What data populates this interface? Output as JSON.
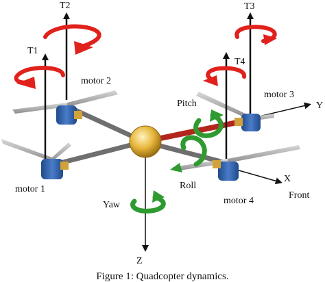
{
  "labels": {
    "t1": "T1",
    "t2": "T2",
    "t3": "T3",
    "t4": "T4",
    "motor1": "motor 1",
    "motor2": "motor 2",
    "motor3": "motor 3",
    "motor4": "motor 4",
    "pitch": "Pitch",
    "roll": "Roll",
    "yaw": "Yaw",
    "axis_x": "X",
    "axis_y": "Y",
    "axis_z": "Z",
    "front": "Front"
  },
  "caption": "Figure 1: Quadcopter dynamics.",
  "colors": {
    "rotation_red": "#e0211c",
    "rotation_green": "#2f9a2f",
    "motor_blue": "#2f5fa8",
    "frame_gray": "#6f6f6f",
    "front_arm_red": "#b3261e",
    "hub_gold": "#e8b73c",
    "blade_gray": "#a9a9a9",
    "mount_gold": "#d2a23a"
  },
  "icons": {
    "rotation": "rotation-arrow-icon",
    "thrust": "thrust-arrow-icon",
    "axis": "axis-arrow-icon"
  }
}
